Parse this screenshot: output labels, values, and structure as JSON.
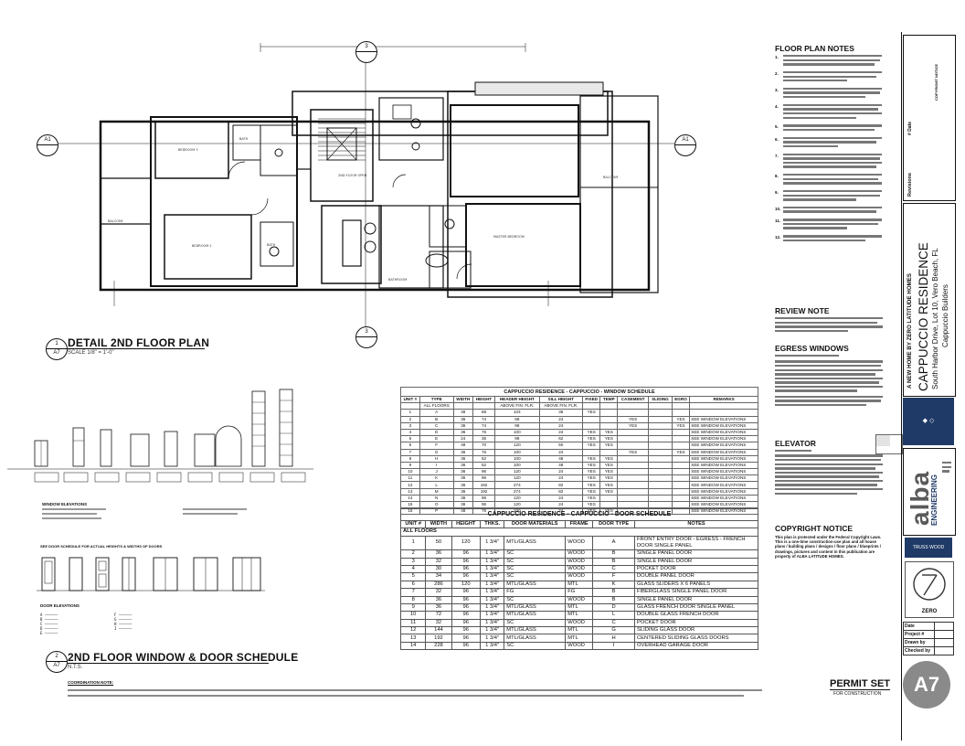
{
  "plan": {
    "title": "DETAIL 2ND FLOOR PLAN",
    "scale": "SCALE 1/8\" = 1'-0\"",
    "callout_id": "1",
    "callout_sheet": "A7",
    "grid_markers": [
      "A1",
      "A1",
      "3",
      "3"
    ]
  },
  "schedule_section": {
    "title": "2ND FLOOR WINDOW & DOOR SCHEDULE",
    "scale": "N.T.S.",
    "callout_id": "2",
    "callout_sheet": "A7",
    "window_elevations_label": "WINDOW ELEVATIONS",
    "door_elevations_label": "DOOR ELEVATIONS",
    "door_note": "SEE DOOR SCHEDULE FOR ACTUAL HEIGHTS & WIDTHS OF DOORS",
    "door_codes": [
      "A",
      "B",
      "C",
      "D",
      "E",
      "F",
      "G",
      "H",
      "I"
    ],
    "coordination_note_title": "COORDINATION NOTE:"
  },
  "window_schedule": {
    "caption": "CAPPUCCIO RESIDENCE - CAPPUCCIO - WINDOW SCHEDULE",
    "headers": [
      "UNIT #",
      "TYPE",
      "WIDTH",
      "HEIGHT",
      "HEADER HEIGHT",
      "SILL HEIGHT",
      "FIXED",
      "TEMP",
      "CASEMENT",
      "SLIDING",
      "EGRO",
      "REMARKS"
    ],
    "sub_headers": [
      "",
      "ALL FLOORS",
      "",
      "",
      "ABOVE FIN. FLR.",
      "ABOVE FIN. FLR.",
      "",
      "",
      "",
      "",
      "",
      ""
    ],
    "rows": [
      [
        "1",
        "A",
        "48",
        "68",
        "104",
        "36",
        "YES",
        "",
        "",
        "",
        "",
        ""
      ],
      [
        "2",
        "B",
        "36",
        "74",
        "98",
        "24",
        "",
        "",
        "YES",
        "",
        "YES",
        "SEE WINDOW ELEVATIONS"
      ],
      [
        "3",
        "C",
        "36",
        "74",
        "98",
        "24",
        "",
        "",
        "YES",
        "",
        "YES",
        "SEE WINDOW ELEVATIONS"
      ],
      [
        "4",
        "D",
        "36",
        "76",
        "100",
        "24",
        "YES",
        "YES",
        "",
        "",
        "",
        "SEE WINDOW ELEVATIONS"
      ],
      [
        "5",
        "E",
        "24",
        "36",
        "98",
        "62",
        "YES",
        "YES",
        "",
        "",
        "",
        "SEE WINDOW ELEVATIONS"
      ],
      [
        "6",
        "F",
        "48",
        "70",
        "120",
        "50",
        "YES",
        "YES",
        "",
        "",
        "",
        "SEE WINDOW ELEVATIONS"
      ],
      [
        "7",
        "G",
        "36",
        "76",
        "100",
        "24",
        "",
        "",
        "YES",
        "",
        "YES",
        "SEE WINDOW ELEVATIONS"
      ],
      [
        "8",
        "H",
        "36",
        "52",
        "100",
        "48",
        "YES",
        "YES",
        "",
        "",
        "",
        "SEE WINDOW ELEVATIONS"
      ],
      [
        "9",
        "I",
        "36",
        "52",
        "100",
        "48",
        "YES",
        "YES",
        "",
        "",
        "",
        "SEE WINDOW ELEVATIONS"
      ],
      [
        "10",
        "J",
        "36",
        "96",
        "120",
        "24",
        "YES",
        "YES",
        "",
        "",
        "",
        "SEE WINDOW ELEVATIONS"
      ],
      [
        "11",
        "K",
        "36",
        "96",
        "120",
        "24",
        "YES",
        "YES",
        "",
        "",
        "",
        "SEE WINDOW ELEVATIONS"
      ],
      [
        "12",
        "L",
        "36",
        "192",
        "274",
        "82",
        "YES",
        "YES",
        "",
        "",
        "",
        "SEE WINDOW ELEVATIONS"
      ],
      [
        "13",
        "M",
        "36",
        "192",
        "274",
        "82",
        "YES",
        "YES",
        "",
        "",
        "",
        "SEE WINDOW ELEVATIONS"
      ],
      [
        "14",
        "N",
        "36",
        "96",
        "120",
        "24",
        "YES",
        "",
        "",
        "",
        "",
        "SEE WINDOW ELEVATIONS"
      ],
      [
        "15",
        "O",
        "36",
        "96",
        "120",
        "24",
        "YES",
        "",
        "",
        "",
        "",
        "SEE WINDOW ELEVATIONS"
      ],
      [
        "16",
        "P",
        "48",
        "76",
        "100",
        "24",
        "YES",
        "YES",
        "",
        "",
        "",
        "SEE WINDOW ELEVATIONS"
      ]
    ]
  },
  "door_schedule": {
    "caption": "CAPPUCCIO RESIDENCE - CAPPUCCIO - DOOR SCHEDULE",
    "headers": [
      "UNIT #",
      "WIDTH",
      "HEIGHT",
      "THKS.",
      "DOOR MATERIALS",
      "FRAME",
      "DOOR TYPE",
      "NOTES"
    ],
    "group": "ALL FLOORS",
    "rows": [
      [
        "1",
        "50",
        "120",
        "1 3/4\"",
        "MTL/GLASS",
        "WOOD",
        "A",
        "FRONT ENTRY DOOR - EGRESS - FRENCH DOOR SINGLE PANEL"
      ],
      [
        "2",
        "36",
        "96",
        "1 3/4\"",
        "SC",
        "WOOD",
        "B",
        "SINGLE PANEL DOOR"
      ],
      [
        "3",
        "32",
        "96",
        "1 3/4\"",
        "SC",
        "WOOD",
        "B",
        "SINGLE PANEL DOOR"
      ],
      [
        "4",
        "30",
        "96",
        "1 3/4\"",
        "SC",
        "WOOD",
        "C",
        "POCKET DOOR"
      ],
      [
        "5",
        "34",
        "96",
        "1 3/4\"",
        "SC",
        "WOOD",
        "F",
        "DOUBLE PANEL DOOR"
      ],
      [
        "6",
        "286",
        "120",
        "1 3/4\"",
        "MTL/GLASS",
        "MTL",
        "K",
        "GLASS SLIDERS X 6 PANELS"
      ],
      [
        "7",
        "32",
        "96",
        "1 3/4\"",
        "FG",
        "FG",
        "B",
        "FIBERGLASS SINGLE PANEL DOOR"
      ],
      [
        "8",
        "36",
        "96",
        "1 3/4\"",
        "SC",
        "WOOD",
        "B",
        "SINGLE PANEL DOOR"
      ],
      [
        "9",
        "36",
        "96",
        "1 3/4\"",
        "MTL/GLASS",
        "MTL",
        "D",
        "GLASS FRENCH DOOR SINGLE PANEL"
      ],
      [
        "10",
        "72",
        "96",
        "1 3/4\"",
        "MTL/GLASS",
        "MTL",
        "L",
        "DOUBLE GLASS FRENCH DOOR"
      ],
      [
        "11",
        "32",
        "96",
        "1 3/4\"",
        "SC",
        "WOOD",
        "C",
        "POCKET DOOR"
      ],
      [
        "12",
        "144",
        "96",
        "1 3/4\"",
        "MTL/GLASS",
        "MTL",
        "G",
        "SLIDING GLASS DOOR"
      ],
      [
        "13",
        "192",
        "96",
        "1 3/4\"",
        "MTL/GLASS",
        "MTL",
        "H",
        "CENTERED SLIDING GLASS DOORS"
      ],
      [
        "14",
        "228",
        "96",
        "1 3/4\"",
        "SC",
        "WOOD",
        "I",
        "OVERHEAD GARAGE DOOR"
      ]
    ]
  },
  "notes": {
    "floor_plan_title": "FLOOR PLAN NOTES",
    "review_title": "REVIEW NOTE",
    "egress_title": "EGRESS WINDOWS",
    "elevator_title": "ELEVATOR",
    "copyright_title": "COPYRIGHT NOTICE",
    "copyright_text": "This plan is protected under the Federal Copyright Laws. This is a one-time construction-use plan and all house plans / building plans / designs / floor plans / blueprints / drawings, pictures and content in this publication are property of ALBA LATITUDE HOMES.",
    "numbers": [
      "1.",
      "2.",
      "3.",
      "4.",
      "5.",
      "6.",
      "7.",
      "8.",
      "9.",
      "10.",
      "11.",
      "12."
    ]
  },
  "title_block": {
    "project_prefix": "A NEW HOME BY ZERO LATITUDE HOMES",
    "project_name": "CAPPUCCIO RESIDENCE",
    "address": "South Harbor Drive, Lot 10, Vero Beach, FL",
    "builder": "Cappuccio Builders",
    "revisions_label": "Revisions",
    "date_label": "# Date",
    "copyright_label": "COPYRIGHT NOTICE",
    "firm_name": "alba",
    "firm_sub": "ENGINEERING",
    "permit_set": "PERMIT SET",
    "permit_sub": "FOR CONSTRUCTION",
    "sheet_number": "A7",
    "info_labels": [
      "Date",
      "Project #",
      "Drawn by",
      "Checked by"
    ],
    "info_values": [
      "",
      "",
      "",
      ""
    ],
    "logo_zero": "ZERO"
  },
  "colors": {
    "accent": "#1f3a66",
    "line": "#111111",
    "gray": "#8a8a8a"
  }
}
